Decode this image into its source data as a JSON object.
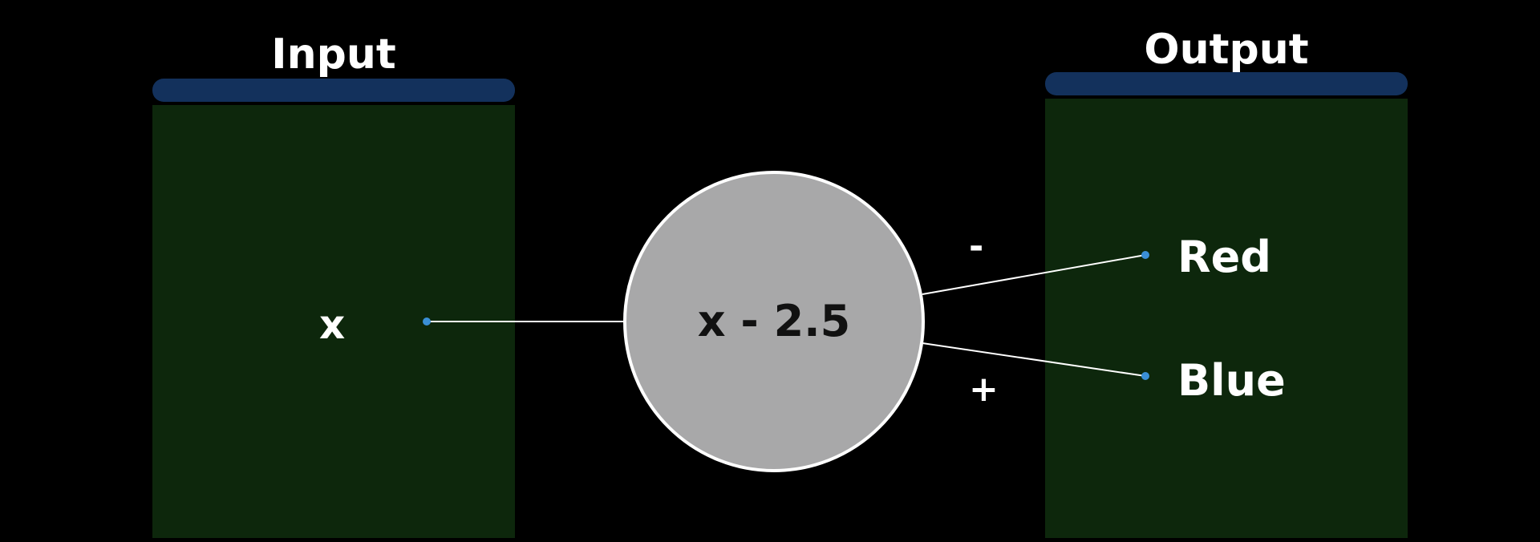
{
  "colors": {
    "background": "#000000",
    "panel_bar": "#13315c",
    "panel_body": "#0d270c",
    "neuron_fill": "#a8a8a9",
    "neuron_stroke": "#ffffff",
    "wire": "#ffffff",
    "port": "#3a8fd6",
    "text_light": "#ffffff",
    "text_dark": "#111111"
  },
  "input_panel": {
    "title": "Input",
    "nodes": [
      {
        "label": "x"
      }
    ]
  },
  "neuron": {
    "expression": "x - 2.5"
  },
  "output_panel": {
    "title": "Output",
    "nodes": [
      {
        "label": "Red",
        "sign": "-"
      },
      {
        "label": "Blue",
        "sign": "+"
      }
    ]
  }
}
